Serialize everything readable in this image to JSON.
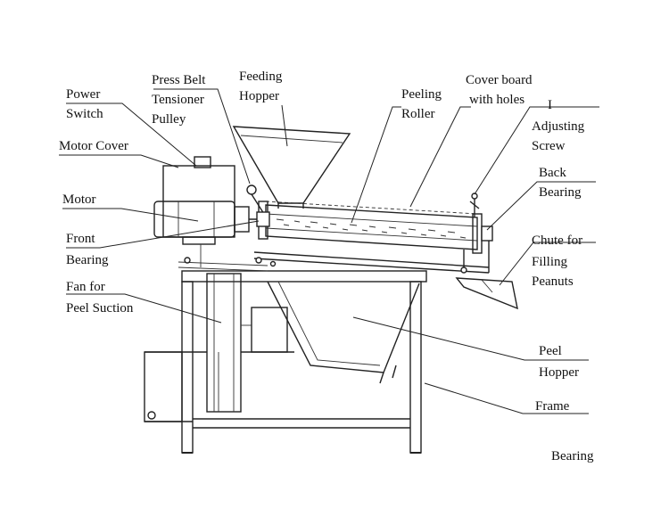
{
  "labels": {
    "power_switch": [
      "Power",
      "Switch"
    ],
    "press_belt_tensioner_pulley": [
      "Press Belt",
      "Tensioner",
      "Pulley"
    ],
    "feeding_hopper": [
      "Feeding",
      "Hopper"
    ],
    "peeling_roller": [
      "Peeling",
      "Roller"
    ],
    "cover_board_with_holes": [
      "Cover board",
      "with holes"
    ],
    "adjusting_screw": [
      "I",
      "Adjusting",
      "Screw"
    ],
    "motor_cover": [
      "Motor Cover"
    ],
    "back_bearing": [
      "Back",
      "Bearing"
    ],
    "motor": [
      "Motor"
    ],
    "front_bearing": [
      "Front",
      "Bearing"
    ],
    "chute_for_filling_peanuts": [
      "Chute for",
      "Filling",
      "Peanuts"
    ],
    "fan_for_peel_suction": [
      "Fan for",
      "Peel Suction"
    ],
    "peel_hopper": [
      "Peel",
      "Hopper"
    ],
    "frame": [
      "Frame"
    ],
    "bearing_fragment": [
      "Bearing"
    ]
  },
  "colors": {
    "line": "#222222",
    "text": "#111111",
    "background": "#ffffff"
  }
}
